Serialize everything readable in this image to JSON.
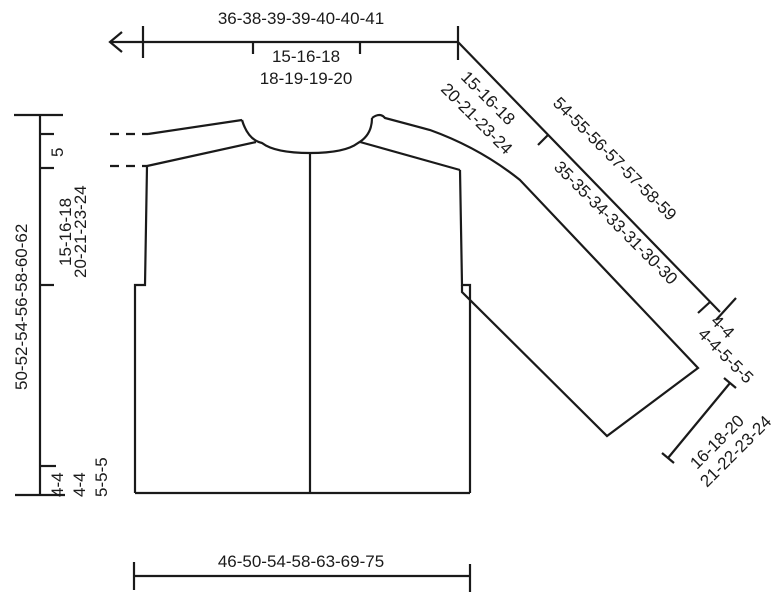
{
  "diagram": {
    "type": "knitting-pattern-schematic",
    "garment": "raglan cardigan (body + sleeve)",
    "measurements": {
      "half_width_top": "36-38-39-39-40-40-41",
      "neck_width_line1": "15-16-18",
      "neck_width_line2": "18-19-19-20",
      "raglan_line1": "15-16-18",
      "raglan_line2": "20-21-23-24",
      "sleeve_length_total": "54-55-56-57-57-58-59",
      "sleeve_length_to_cuff": "35-35-34-33-31-30-30",
      "sleeve_cuff_line1": "4-4",
      "sleeve_cuff_line2": "4-4-5-5-5",
      "sleeve_width_line1": "16-18-20",
      "sleeve_width_line2": "21-22-23-24",
      "total_length": "50-52-54-56-58-60-62",
      "neck_depth": "5",
      "armhole_depth_line1": "15-16-18",
      "armhole_depth_line2": "20-21-23-24",
      "rib_line1": "4-4",
      "rib_line2": "4-4",
      "rib_line3": "5-5-5",
      "bottom_width": "46-50-54-58-63-69-75"
    },
    "colors": {
      "line": "#1a1a1a",
      "background": "#ffffff"
    }
  }
}
